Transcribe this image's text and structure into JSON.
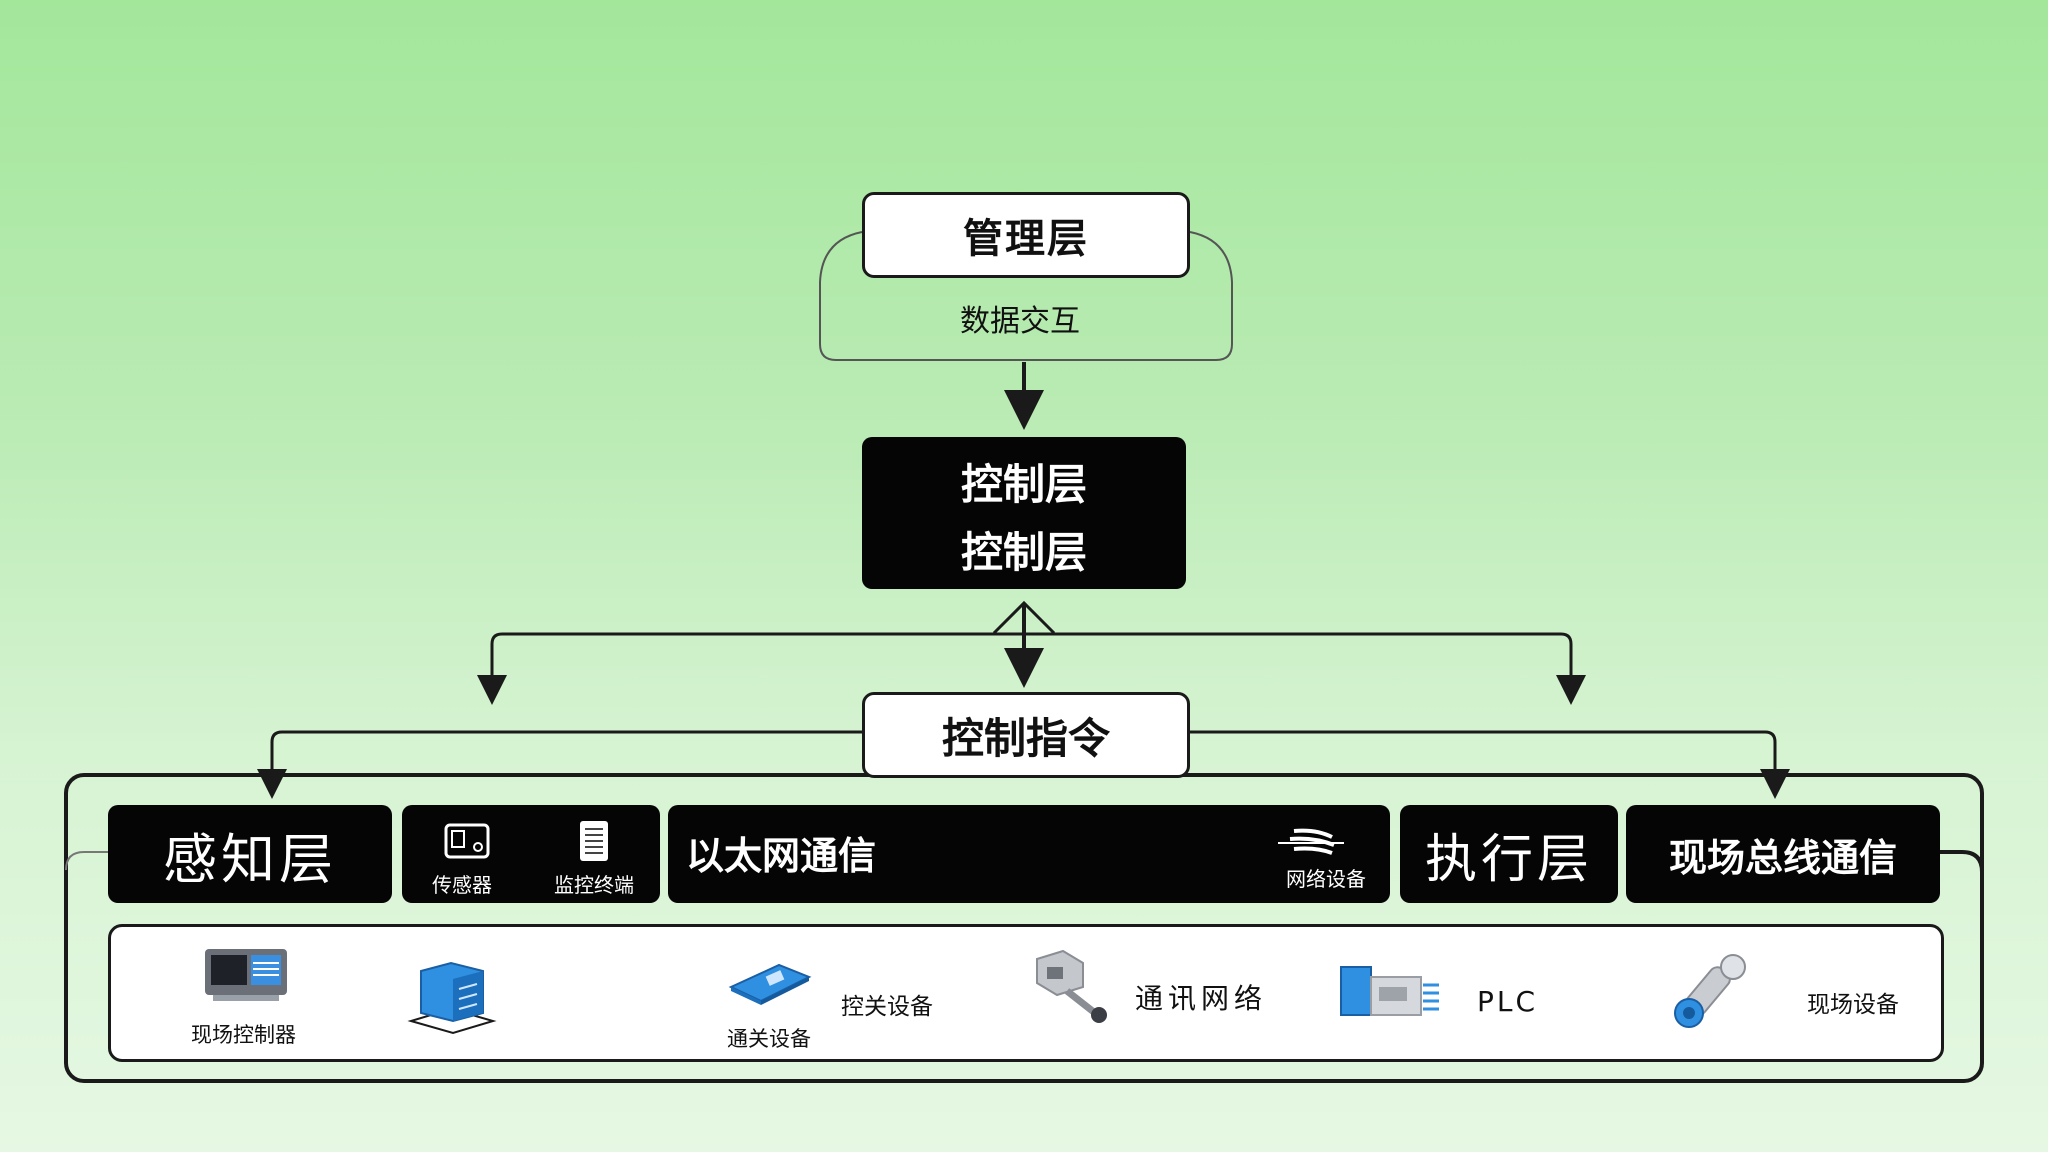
{
  "management": {
    "title": "管理层",
    "subtitle": "数据交互"
  },
  "control": {
    "line1": "控制层",
    "line2": "控制层"
  },
  "command": {
    "label": "控制指令"
  },
  "band": {
    "perception": "感知层",
    "sensor": "传感器",
    "monitor": "监控终端",
    "ethernet": "以太网通信",
    "network_device": "网络设备",
    "execution": "执行层",
    "fieldbus": "现场总线通信"
  },
  "devices": {
    "field_controller": "现场控制器",
    "gateway": "通关设备",
    "control_switch": "控关设备",
    "comm_network": "通讯网络",
    "plc": "PLC",
    "field_device": "现场设备"
  },
  "colors": {
    "bg_top": "#a3e79b",
    "bg_bottom": "#e6f8e3",
    "box_dark": "#050505",
    "line": "#1a1a1a",
    "device_blue": "#2f8fe0"
  },
  "icons": [
    "monitor-device-icon",
    "server-rack-icon",
    "gateway-device-icon",
    "camera-device-icon",
    "plc-module-icon",
    "valve-device-icon",
    "sensor-icon",
    "terminal-icon",
    "network-device-icon"
  ]
}
